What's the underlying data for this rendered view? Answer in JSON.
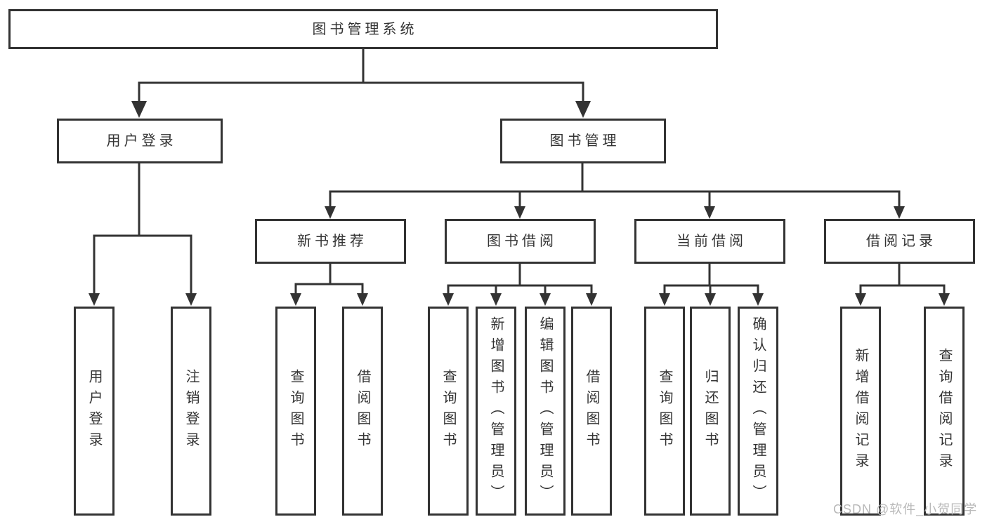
{
  "theme": {
    "line-color": "#333333",
    "text-color": "#333333",
    "box-bg": "#ffffff",
    "canvas-bg": "#ffffff",
    "watermark-color": "#b9b9b9"
  },
  "watermark": {
    "text": "CSDN @软件_小贺同学"
  },
  "diagram": {
    "type": "tree",
    "root": {
      "label": "图书管理系统",
      "children": [
        {
          "label": "用户登录",
          "children": [
            {
              "label": "用户登录"
            },
            {
              "label": "注销登录"
            }
          ]
        },
        {
          "label": "图书管理",
          "children": [
            {
              "label": "新书推荐",
              "children": [
                {
                  "label": "查询图书"
                },
                {
                  "label": "借阅图书"
                }
              ]
            },
            {
              "label": "图书借阅",
              "children": [
                {
                  "label": "查询图书"
                },
                {
                  "label": "新增图书（管理员）"
                },
                {
                  "label": "编辑图书（管理员）"
                },
                {
                  "label": "借阅图书"
                }
              ]
            },
            {
              "label": "当前借阅",
              "children": [
                {
                  "label": "查询图书"
                },
                {
                  "label": "归还图书"
                },
                {
                  "label": "确认归还（管理员）"
                }
              ]
            },
            {
              "label": "借阅记录",
              "children": [
                {
                  "label": "新增借阅记录"
                },
                {
                  "label": "查询借阅记录"
                }
              ]
            }
          ]
        }
      ]
    }
  }
}
